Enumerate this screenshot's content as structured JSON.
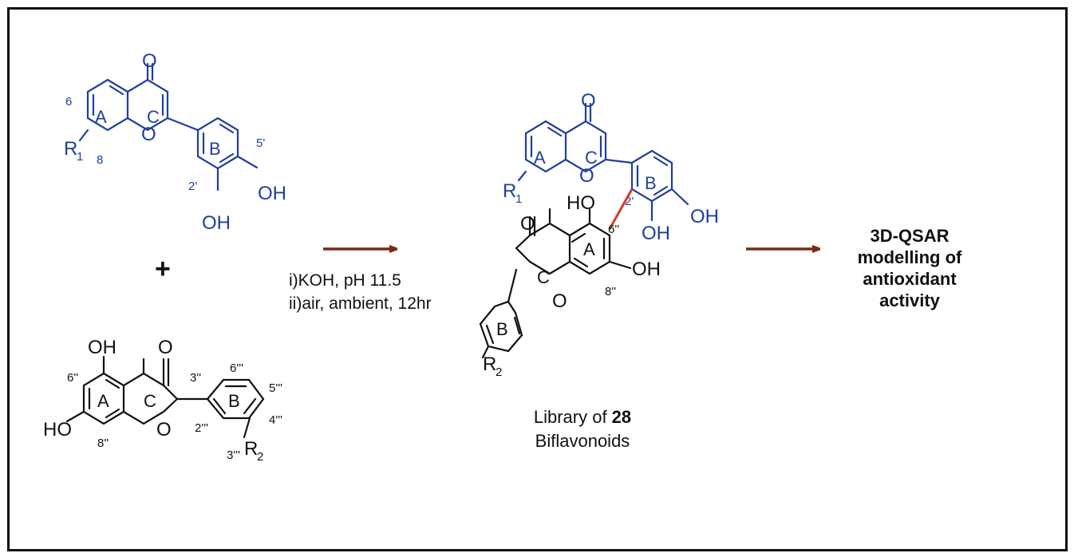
{
  "reactant_top": {
    "atoms": {
      "carbonyl_o": "O",
      "ring_o": "O",
      "r1": "R",
      "r1_sub": "1",
      "oh_4p": "OH",
      "oh_3p": "OH"
    },
    "ring_labels": {
      "a": "A",
      "c": "C",
      "b": "B"
    },
    "positions": {
      "p6": "6",
      "p8": "8",
      "p5p": "5'",
      "p2p": "2'"
    }
  },
  "plus_sign": "+",
  "reactant_bottom": {
    "atoms": {
      "oh_5": "OH",
      "carbonyl_o": "O",
      "ring_o": "O",
      "ho_7": "HO",
      "r2": "R",
      "r2_sub": "2"
    },
    "ring_labels": {
      "a": "A",
      "c": "C",
      "b": "B"
    },
    "positions": {
      "p6pp": "6''",
      "p8pp": "8''",
      "p3pp": "3''",
      "p6ppp": "6'''",
      "p5ppp": "5'''",
      "p4ppp": "4'''",
      "p3ppp": "3'''",
      "p2ppp": "2'''"
    }
  },
  "conditions": {
    "step1": "i)KOH, pH 11.5",
    "step2": "ii)air, ambient, 12hr"
  },
  "product": {
    "upper_atoms": {
      "carbonyl_o": "O",
      "ring_o": "O",
      "r1": "R",
      "r1_sub": "1",
      "oh_4p": "OH",
      "oh_3p": "OH"
    },
    "upper_rings": {
      "a": "A",
      "c": "C",
      "b": "B"
    },
    "upper_positions": {
      "p2p": "2'"
    },
    "lower_atoms": {
      "ho_5": "HO",
      "carbonyl_o": "O",
      "ring_o": "O",
      "oh_7": "OH",
      "r2": "R",
      "r2_sub": "2"
    },
    "lower_rings": {
      "a": "A",
      "c": "C",
      "b": "B"
    },
    "lower_positions": {
      "p6pp": "6''",
      "p8pp": "8''"
    },
    "linkage_color": "#d83a2a"
  },
  "library": {
    "prefix": "Library of ",
    "count": "28",
    "suffix": "Biflavonoids"
  },
  "qsar": {
    "line1": "3D-QSAR",
    "line2": "modelling of",
    "line3": "antioxidant",
    "line4": "activity"
  },
  "colors": {
    "reactant_blue": "#1f3f9e",
    "arrow_brown": "#7a2a16",
    "bond_black": "#111111",
    "frame": "#111111"
  }
}
